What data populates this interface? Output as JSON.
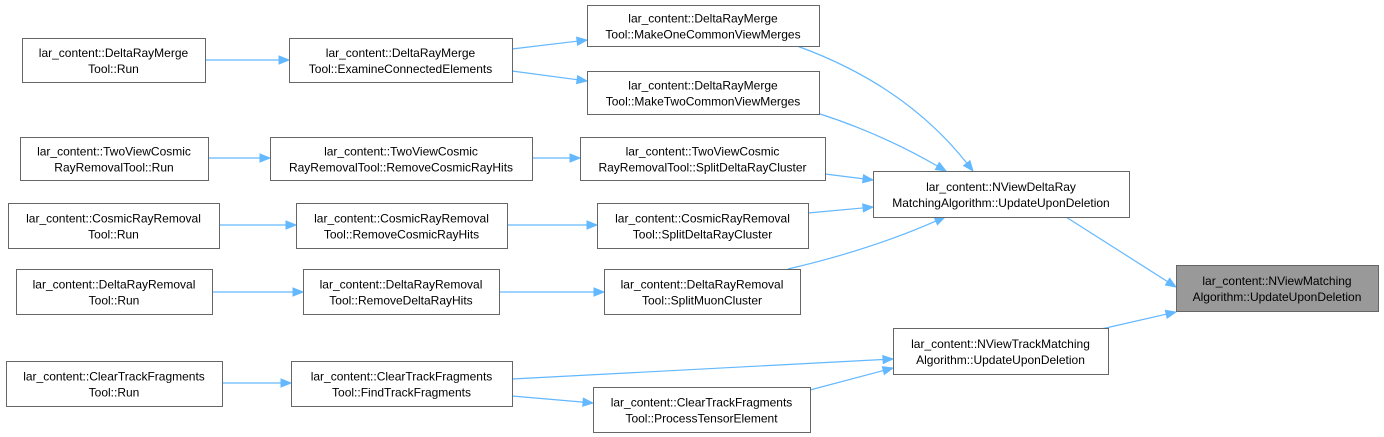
{
  "graph": {
    "nodes": [
      {
        "id": "root",
        "lines": [
          "lar_content::NViewMatching",
          "Algorithm::UpdateUponDeletion"
        ],
        "highlight": true
      },
      {
        "id": "ndr",
        "lines": [
          "lar_content::NViewDeltaRay",
          "MatchingAlgorithm::UpdateUponDeletion"
        ]
      },
      {
        "id": "ntm",
        "lines": [
          "lar_content::NViewTrackMatching",
          "Algorithm::UpdateUponDeletion"
        ]
      },
      {
        "id": "mocv",
        "lines": [
          "lar_content::DeltaRayMerge",
          "Tool::MakeOneCommonViewMerges"
        ]
      },
      {
        "id": "mtcv",
        "lines": [
          "lar_content::DeltaRayMerge",
          "Tool::MakeTwoCommonViewMerges"
        ]
      },
      {
        "id": "tvsplit",
        "lines": [
          "lar_content::TwoViewCosmic",
          "RayRemovalTool::SplitDeltaRayCluster"
        ]
      },
      {
        "id": "crsplit",
        "lines": [
          "lar_content::CosmicRayRemoval",
          "Tool::SplitDeltaRayCluster"
        ]
      },
      {
        "id": "drsplit",
        "lines": [
          "lar_content::DeltaRayRemoval",
          "Tool::SplitMuonCluster"
        ]
      },
      {
        "id": "exam",
        "lines": [
          "lar_content::DeltaRayMerge",
          "Tool::ExamineConnectedElements"
        ]
      },
      {
        "id": "tvremove",
        "lines": [
          "lar_content::TwoViewCosmic",
          "RayRemovalTool::RemoveCosmicRayHits"
        ]
      },
      {
        "id": "crremove",
        "lines": [
          "lar_content::CosmicRayRemoval",
          "Tool::RemoveCosmicRayHits"
        ]
      },
      {
        "id": "drremove",
        "lines": [
          "lar_content::DeltaRayRemoval",
          "Tool::RemoveDeltaRayHits"
        ]
      },
      {
        "id": "ctffind",
        "lines": [
          "lar_content::ClearTrackFragments",
          "Tool::FindTrackFragments"
        ]
      },
      {
        "id": "ctfproc",
        "lines": [
          "lar_content::ClearTrackFragments",
          "Tool::ProcessTensorElement"
        ]
      },
      {
        "id": "drmrun",
        "lines": [
          "lar_content::DeltaRayMerge",
          "Tool::Run"
        ]
      },
      {
        "id": "tvrun",
        "lines": [
          "lar_content::TwoViewCosmic",
          "RayRemovalTool::Run"
        ]
      },
      {
        "id": "crrun",
        "lines": [
          "lar_content::CosmicRayRemoval",
          "Tool::Run"
        ]
      },
      {
        "id": "drrun",
        "lines": [
          "lar_content::DeltaRayRemoval",
          "Tool::Run"
        ]
      },
      {
        "id": "ctfrun",
        "lines": [
          "lar_content::ClearTrackFragments",
          "Tool::Run"
        ]
      }
    ],
    "edges": [
      {
        "from": "ndr",
        "to": "root"
      },
      {
        "from": "ntm",
        "to": "root"
      },
      {
        "from": "mocv",
        "to": "ndr"
      },
      {
        "from": "mtcv",
        "to": "ndr"
      },
      {
        "from": "tvsplit",
        "to": "ndr"
      },
      {
        "from": "crsplit",
        "to": "ndr"
      },
      {
        "from": "drsplit",
        "to": "ndr"
      },
      {
        "from": "exam",
        "to": "mocv"
      },
      {
        "from": "exam",
        "to": "mtcv"
      },
      {
        "from": "tvremove",
        "to": "tvsplit"
      },
      {
        "from": "crremove",
        "to": "crsplit"
      },
      {
        "from": "drremove",
        "to": "drsplit"
      },
      {
        "from": "ctffind",
        "to": "ntm"
      },
      {
        "from": "ctffind",
        "to": "ctfproc"
      },
      {
        "from": "ctfproc",
        "to": "ntm"
      },
      {
        "from": "drmrun",
        "to": "exam"
      },
      {
        "from": "tvrun",
        "to": "tvremove"
      },
      {
        "from": "crrun",
        "to": "crremove"
      },
      {
        "from": "drrun",
        "to": "drremove"
      },
      {
        "from": "ctfrun",
        "to": "ctffind"
      }
    ],
    "colors": {
      "edge": "#63b8ff",
      "node_border": "#666666",
      "root_fill": "#999999",
      "node_fill": "#ffffff"
    }
  }
}
